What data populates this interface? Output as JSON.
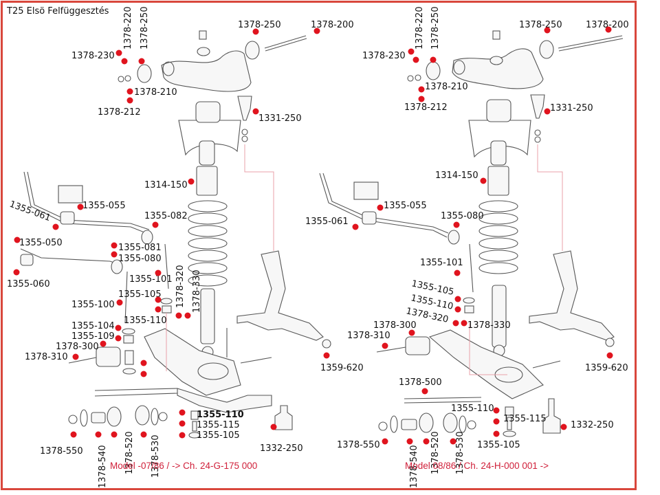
{
  "title": "T25 Elsö Felfüggesztés",
  "colors": {
    "frame": "#d9473c",
    "callout_dot": "#e0141e",
    "model_text": "#d0203a",
    "leader_line": "#e8a0a8"
  },
  "left_diagram": {
    "model_caption": "Model -07/86 / -> Ch. 24-G-175 000",
    "labels": {
      "l_1378_220": "1378-220",
      "l_1378_250a": "1378-250",
      "l_1378_250b": "1378-250",
      "l_1378_200": "1378-200",
      "l_1378_230": "1378-230",
      "l_1378_210": "1378-210",
      "l_1378_212": "1378-212",
      "l_1331_250": "1331-250",
      "l_1314_150": "1314-150",
      "l_1355_055": "1355-055",
      "l_1355_061": "1355-061",
      "l_1355_082": "1355-082",
      "l_1355_050": "1355-050",
      "l_1355_081": "1355-081",
      "l_1355_080": "1355-080",
      "l_1355_060": "1355-060",
      "l_1355_101": "1355-101",
      "l_1378_320": "1378-320",
      "l_1378_330": "1378-330",
      "l_1355_100": "1355-100",
      "l_1355_105": "1355-105",
      "l_1355_104": "1355-104",
      "l_1355_110": "1355-110",
      "l_1355_109": "1355-109",
      "l_1378_300": "1378-300",
      "l_1378_310": "1378-310",
      "l_1359_620": "1359-620",
      "l_1355_110b": "1355-110",
      "l_1355_115": "1355-115",
      "l_1355_105b": "1355-105",
      "l_1332_250": "1332-250",
      "l_1378_550": "1378-550",
      "l_1378_540": "1378-540",
      "l_1378_520": "1378-520",
      "l_1378_530": "1378-530"
    }
  },
  "right_diagram": {
    "model_caption": "Model 08/86 / Ch. 24-H-000 001 ->",
    "labels": {
      "r_1378_220": "1378-220",
      "r_1378_250a": "1378-250",
      "r_1378_250b": "1378-250",
      "r_1378_200": "1378-200",
      "r_1378_230": "1378-230",
      "r_1378_210": "1378-210",
      "r_1378_212": "1378-212",
      "r_1331_250": "1331-250",
      "r_1314_150": "1314-150",
      "r_1355_055": "1355-055",
      "r_1355_061": "1355-061",
      "r_1355_080": "1355-080",
      "r_1355_101": "1355-101",
      "r_1355_105": "1355-105",
      "r_1355_110": "1355-110",
      "r_1378_320": "1378-320",
      "r_1378_300": "1378-300",
      "r_1378_330": "1378-330",
      "r_1378_310": "1378-310",
      "r_1359_620": "1359-620",
      "r_1378_500": "1378-500",
      "r_1355_110b": "1355-110",
      "r_1355_115": "1355-115",
      "r_1355_105b": "1355-105",
      "r_1332_250": "1332-250",
      "r_1378_550": "1378-550",
      "r_1378_540": "1378-540",
      "r_1378_520": "1378-520",
      "r_1378_530": "1378-530"
    }
  }
}
